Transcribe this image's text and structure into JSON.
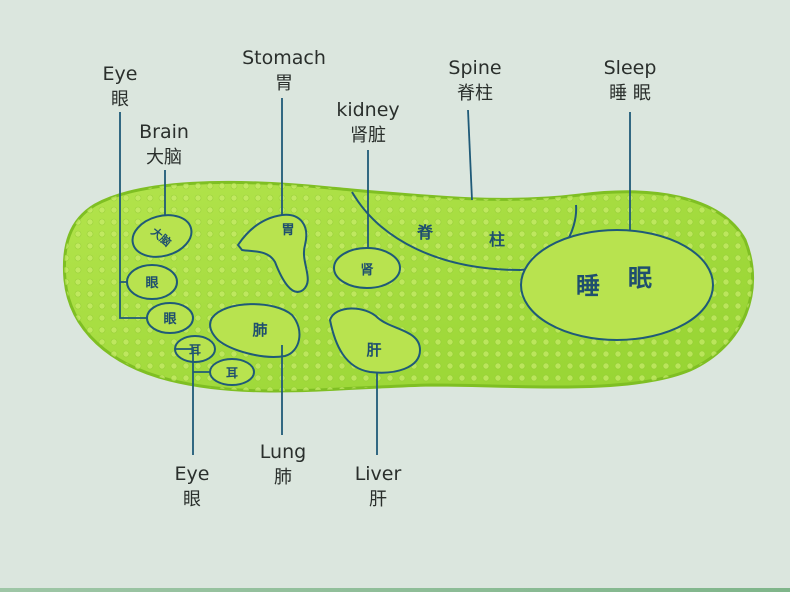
{
  "callouts": [
    {
      "id": "eye-top",
      "en": "Eye",
      "cn": "眼"
    },
    {
      "id": "brain",
      "en": "Brain",
      "cn": "大脑"
    },
    {
      "id": "stomach",
      "en": "Stomach",
      "cn": "胃"
    },
    {
      "id": "kidney",
      "en": "kidney",
      "cn": "肾脏"
    },
    {
      "id": "spine",
      "en": "Spine",
      "cn": "脊柱"
    },
    {
      "id": "sleep",
      "en": "Sleep",
      "cn": "睡 眠"
    },
    {
      "id": "eye-bottom",
      "en": "Eye",
      "cn": "眼"
    },
    {
      "id": "lung",
      "en": "Lung",
      "cn": "肺"
    },
    {
      "id": "liver",
      "en": "Liver",
      "cn": "肝"
    }
  ],
  "zones": {
    "brain": "大脑",
    "eye1": "眼",
    "eye2": "眼",
    "ear1": "耳",
    "ear2": "耳",
    "stomach": "胃",
    "kidney": "肾",
    "lung": "肺",
    "liver": "肝",
    "spine_a": "脊",
    "spine_b": "柱",
    "sleep_a": "睡",
    "sleep_b": "眠"
  },
  "colors": {
    "insole": "#9ed93a",
    "zone_fill": "#b8e34f",
    "outline": "#1f5a78",
    "background": "#dbe6de"
  }
}
